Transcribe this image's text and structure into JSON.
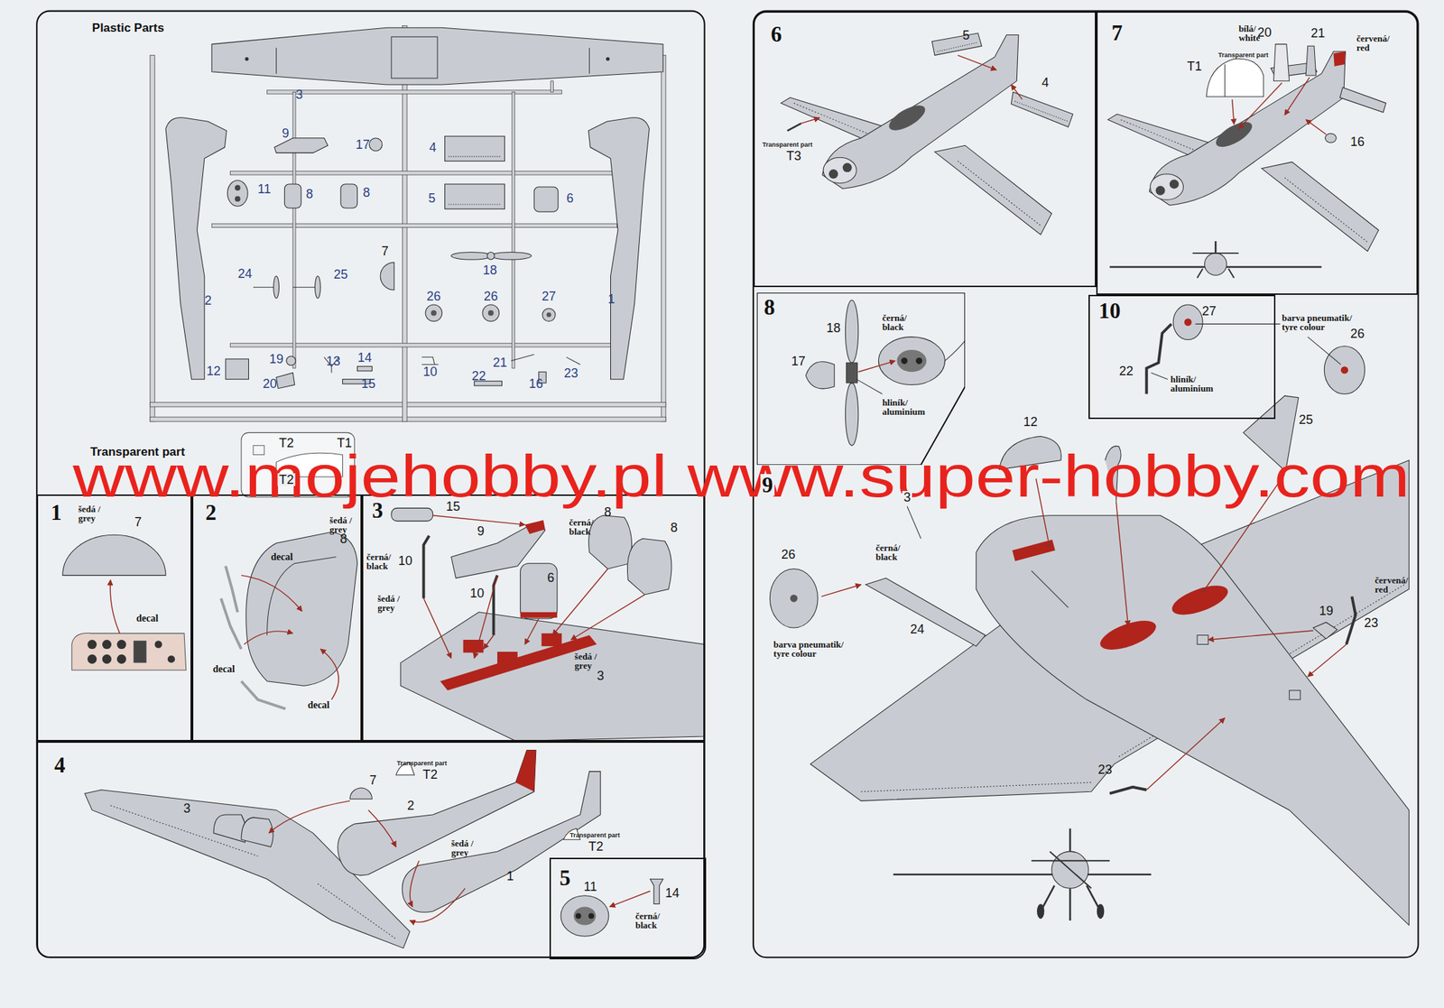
{
  "diagram": {
    "nodes": [
      {
        "text": [
          "Plastic Parts",
          "Transparent part"
        ]
      },
      {
        "text": [
          "1"
        ]
      },
      {
        "text": [
          "2"
        ]
      },
      {
        "text": [
          "3"
        ]
      },
      {
        "text": [
          "4"
        ]
      },
      {
        "text": [
          "5"
        ],
        "in": 4
      },
      {
        "text": [
          "6"
        ]
      },
      {
        "text": [
          "7"
        ]
      },
      {
        "text": [
          "9"
        ]
      },
      {
        "text": [
          "8"
        ],
        "in": 8
      },
      {
        "text": [
          "10"
        ],
        "in": 8
      }
    ],
    "labels": [
      "3",
      "9",
      "17",
      "4",
      "11",
      "8",
      "8",
      "5",
      "6",
      "7",
      "24",
      "25",
      "18",
      "2",
      "26",
      "26",
      "27",
      "1",
      "19",
      "13",
      "14",
      "12",
      "20",
      "15",
      "10",
      "22",
      "21",
      "16",
      "23",
      "T2",
      "T1",
      "T2",
      "www.mojehobby.pl www.super-hobby.com",
      "šedá / grey",
      "7",
      "decal",
      "decal",
      "šedá / grey",
      "8",
      "decal",
      "decal",
      "15",
      "černá/ black",
      "9",
      "8",
      "8",
      "černá/ black",
      "10",
      "šedá / grey",
      "10",
      "6",
      "šedá / grey",
      "3",
      "3",
      "7",
      "Transparent part",
      "T2",
      "2",
      "šedá / grey",
      "Transparent part",
      "T2",
      "1",
      "11",
      "14",
      "černá/ black",
      "5",
      "4",
      "Transparent part",
      "T3",
      "bílá/ white",
      "20",
      "21",
      "červená/ red",
      "Transparent part",
      "T1",
      "16",
      "18",
      "černá/ black",
      "17",
      "hliník/ aluminium",
      "27",
      "barva pneumatik/ tyre colour",
      "26",
      "22",
      "hliník/ aluminium",
      "12",
      "3",
      "černá/ black",
      "25",
      "26",
      "barva pneumatik/ tyre colour",
      "24",
      "červená/ red",
      "19",
      "23",
      "23"
    ]
  }
}
